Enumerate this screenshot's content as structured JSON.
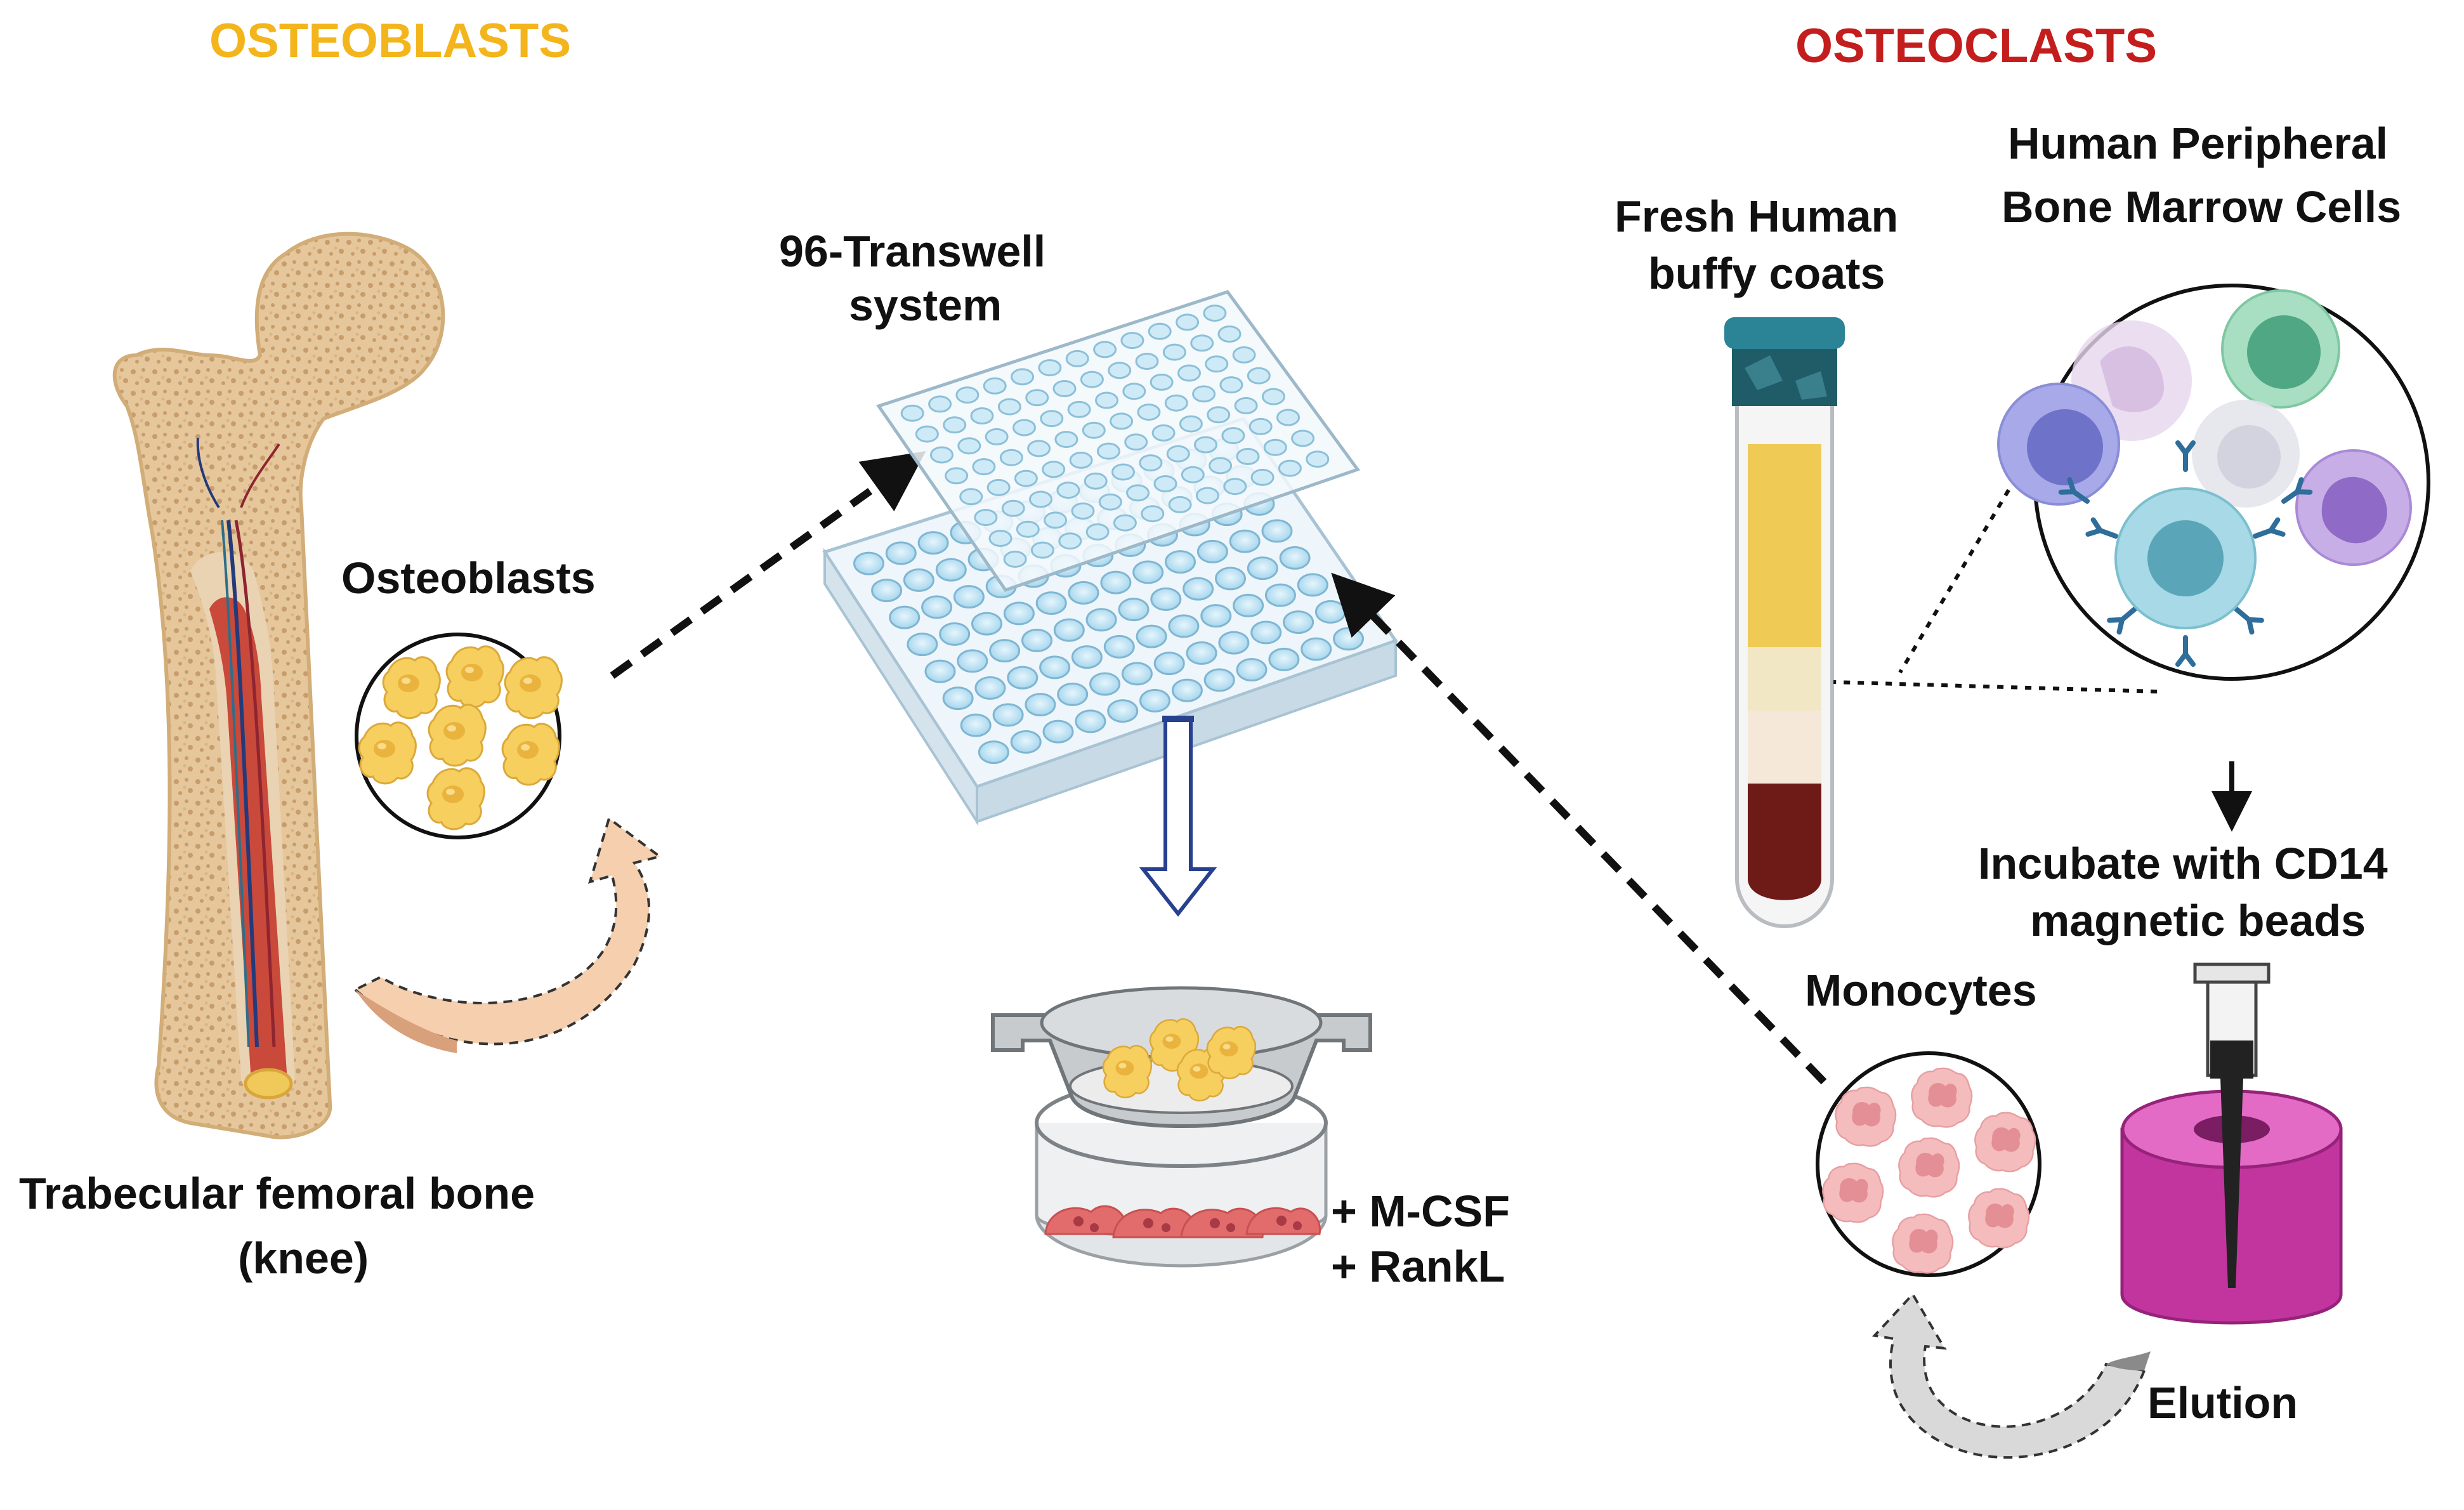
{
  "headings": {
    "osteoblasts": "OSTEOBLASTS",
    "osteoclasts": "OSTEOCLASTS"
  },
  "labels": {
    "osteoblasts_circle": "Osteoblasts",
    "bone_line1": "Trabecular femoral bone",
    "bone_line2": "(knee)",
    "transwell_line1": "96-Transwell",
    "transwell_line2": "system",
    "buffy_line1": "Fresh Human",
    "buffy_line2": "buffy coats",
    "marrow_line1": "Human Peripheral",
    "marrow_line2": "Bone Marrow Cells",
    "incubate_line1": "Incubate with CD14",
    "incubate_line2": "magnetic beads",
    "monocytes": "Monocytes",
    "elution": "Elution",
    "mcsf": "+ M-CSF",
    "rankl": "+ RankL"
  },
  "colors": {
    "osteoblasts_heading": "#f3b51b",
    "osteoclasts_heading": "#c41d1d",
    "bone": "#e9cfa8",
    "marrow": "#c9493b",
    "osteoblast_cell": "#f6cf5e",
    "monocyte_cell": "#f3b9ba",
    "plate_wells": "#a9d8ef",
    "plasma": "#efcb55",
    "rbc": "#6e1a16",
    "column_base": "#c3359e"
  }
}
